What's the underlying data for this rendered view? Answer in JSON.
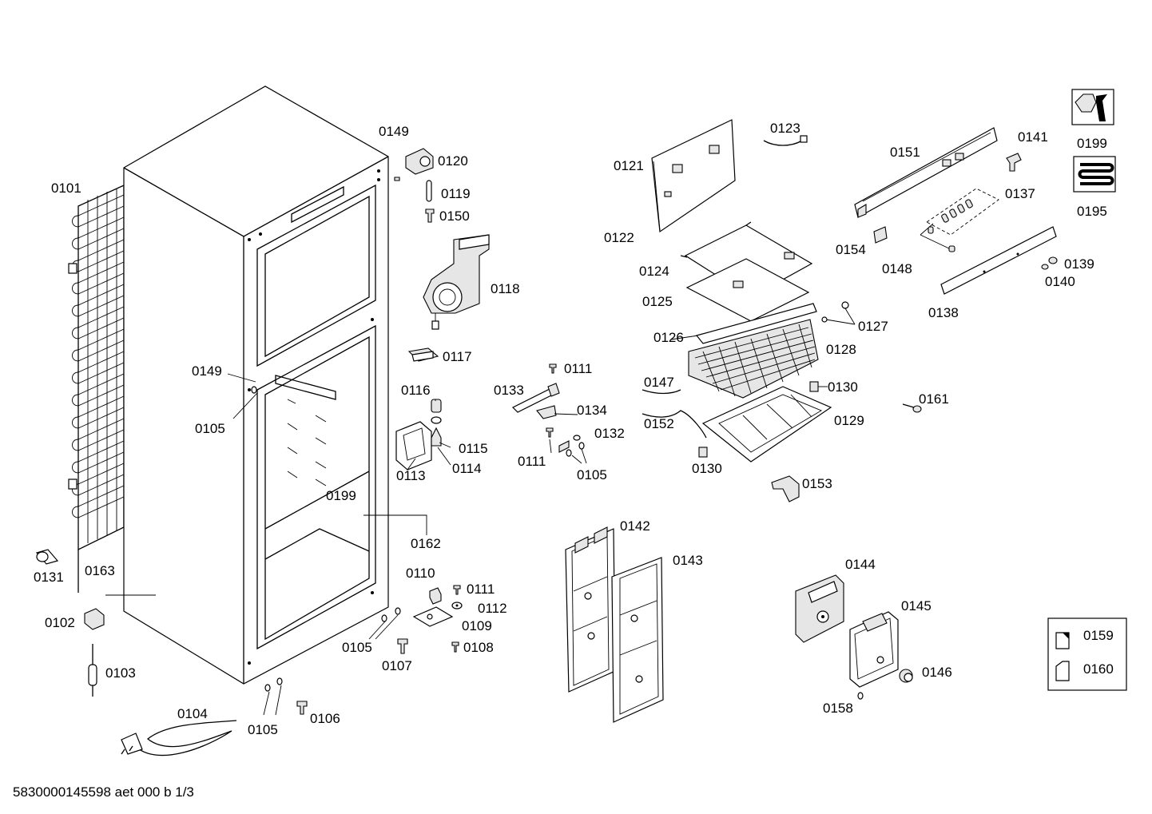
{
  "labels": {
    "p0101": "0101",
    "p0102": "0102",
    "p0103": "0103",
    "p0104": "0104",
    "p0105a": "0105",
    "p0105b": "0105",
    "p0105c": "0105",
    "p0105d": "0105",
    "p0106": "0106",
    "p0107": "0107",
    "p0108": "0108",
    "p0109": "0109",
    "p0110": "0110",
    "p0111a": "0111",
    "p0111b": "0111",
    "p0111c": "0111",
    "p0112": "0112",
    "p0113": "0113",
    "p0114": "0114",
    "p0115": "0115",
    "p0116": "0116",
    "p0117": "0117",
    "p0118": "0118",
    "p0119": "0119",
    "p0120": "0120",
    "p0121": "0121",
    "p0122": "0122",
    "p0123": "0123",
    "p0124": "0124",
    "p0125": "0125",
    "p0126": "0126",
    "p0127": "0127",
    "p0128": "0128",
    "p0129": "0129",
    "p0130a": "0130",
    "p0130b": "0130",
    "p0131": "0131",
    "p0132": "0132",
    "p0133": "0133",
    "p0134": "0134",
    "p0137": "0137",
    "p0138": "0138",
    "p0139": "0139",
    "p0140": "0140",
    "p0141": "0141",
    "p0142": "0142",
    "p0143": "0143",
    "p0144": "0144",
    "p0145": "0145",
    "p0146": "0146",
    "p0147": "0147",
    "p0148": "0148",
    "p0149a": "0149",
    "p0149b": "0149",
    "p0150": "0150",
    "p0151": "0151",
    "p0152": "0152",
    "p0153": "0153",
    "p0154": "0154",
    "p0158": "0158",
    "p0159": "0159",
    "p0160": "0160",
    "p0161": "0161",
    "p0162": "0162",
    "p0163": "0163",
    "p0195": "0195",
    "p0199a": "0199",
    "p0199b": "0199"
  },
  "footer": "5830000145598 aet 000 b 1/3",
  "icons": {
    "service": "wrench-nut-icon",
    "coil": "evaporator-coil-icon"
  }
}
